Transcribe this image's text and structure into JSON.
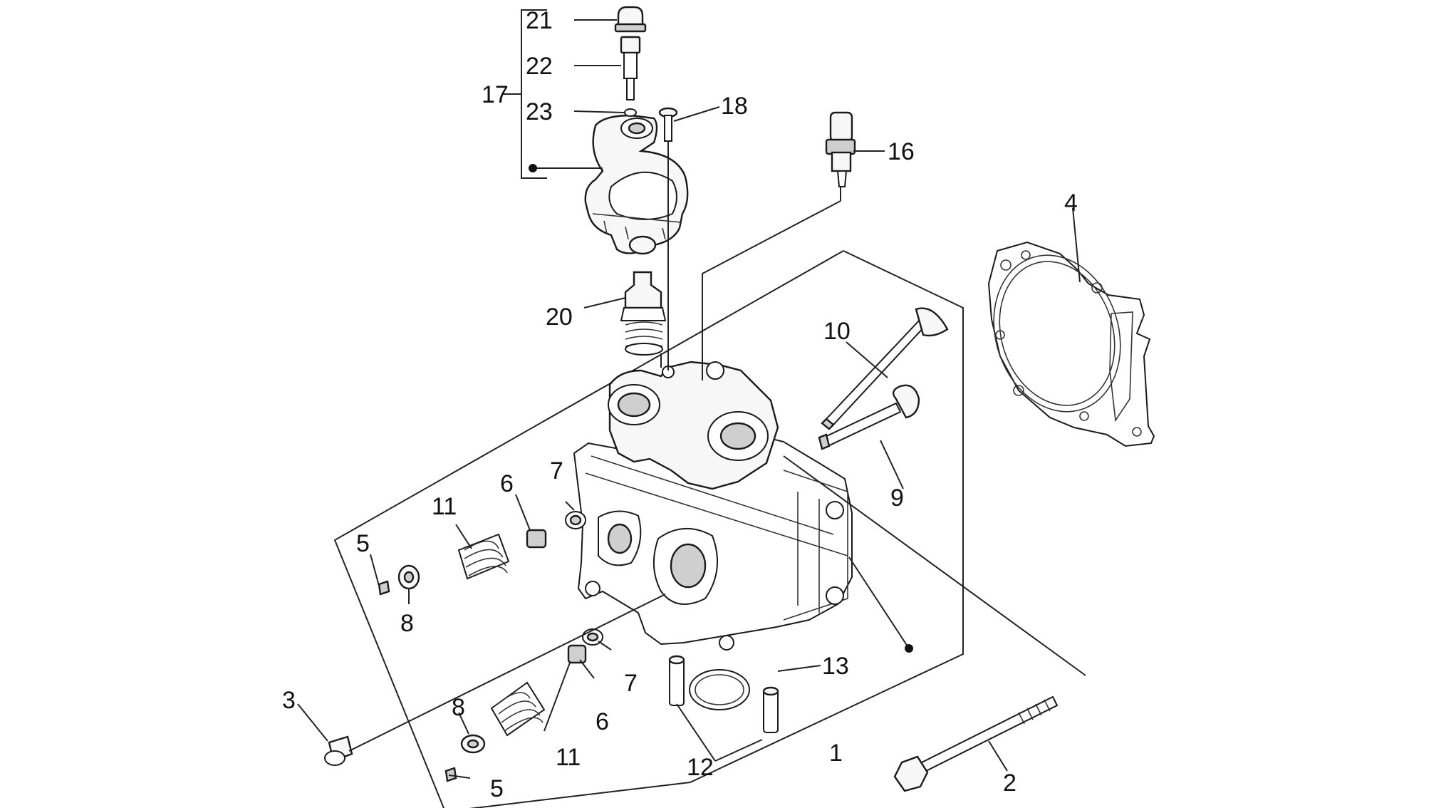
{
  "diagram": {
    "callouts": {
      "c1": "1",
      "c2": "2",
      "c3": "3",
      "c4": "4",
      "c5a": "5",
      "c5b": "5",
      "c6a": "6",
      "c6b": "6",
      "c7a": "7",
      "c7b": "7",
      "c8a": "8",
      "c8b": "8",
      "c9": "9",
      "c10": "10",
      "c11a": "11",
      "c11b": "11",
      "c12": "12",
      "c13": "13",
      "c16": "16",
      "c17": "17",
      "c18": "18",
      "c20": "20",
      "c21": "21",
      "c22": "22",
      "c23": "23"
    }
  }
}
